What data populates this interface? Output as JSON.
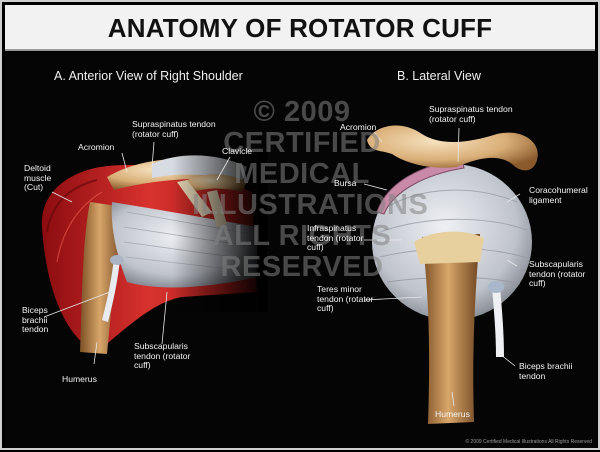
{
  "title": "ANATOMY OF ROTATOR CUFF",
  "watermark": "© 2009\nCERTIFIED\nMEDICAL\nILLUSTRATIONS\nALL RIGHTS\nRESERVED",
  "anterior": {
    "subtitle": "A. Anterior View of Right Shoulder",
    "labels": [
      "Supraspinatus tendon\n(rotator cuff)",
      "Acromion",
      "Clavicle",
      "Deltoid\nmuscle\n(Cut)",
      "Biceps\nbrachii\ntendon",
      "Subscapularis\ntendon (rotator\ncuff)",
      "Humerus"
    ]
  },
  "lateral": {
    "subtitle": "B. Lateral View",
    "labels": [
      "Supraspinatus tendon\n(rotator cuff)",
      "Acromion",
      "Bursa",
      "Coracohumeral\nligament",
      "Infraspinatus\ntendon (rotator\ncuff)",
      "Subscapularis\ntendon (rotator\ncuff)",
      "Teres minor\ntendon (rotator\ncuff)",
      "Biceps brachii\ntendon",
      "Humerus"
    ]
  },
  "footer": "© 2009 Certified Medical Illustrations All Rights Reserved"
}
